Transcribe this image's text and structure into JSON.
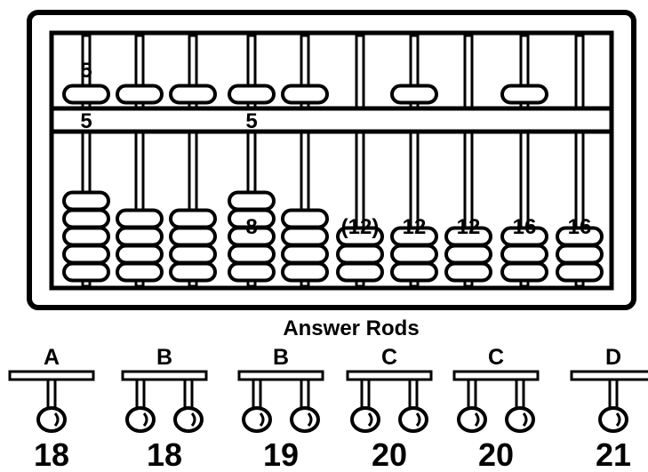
{
  "abacus": {
    "columns": [
      {
        "upper_label": "5",
        "beam_label": "5",
        "lower_label": "",
        "upper_bead": true,
        "lower_beads": 5
      },
      {
        "upper_label": "",
        "beam_label": "",
        "lower_label": "",
        "upper_bead": true,
        "lower_beads": 4
      },
      {
        "upper_label": "",
        "beam_label": "",
        "lower_label": "",
        "upper_bead": true,
        "lower_beads": 4
      },
      {
        "upper_label": "",
        "beam_label": "5",
        "lower_label": "8",
        "upper_bead": true,
        "lower_beads": 5
      },
      {
        "upper_label": "",
        "beam_label": "",
        "lower_label": "",
        "upper_bead": true,
        "lower_beads": 4
      },
      {
        "upper_label": "",
        "beam_label": "",
        "lower_label": "(12)",
        "upper_bead": false,
        "lower_beads": 3
      },
      {
        "upper_label": "",
        "beam_label": "",
        "lower_label": "12",
        "upper_bead": true,
        "lower_beads": 3
      },
      {
        "upper_label": "",
        "beam_label": "",
        "lower_label": "12",
        "upper_bead": false,
        "lower_beads": 3
      },
      {
        "upper_label": "",
        "beam_label": "",
        "lower_label": "16",
        "upper_bead": true,
        "lower_beads": 3
      },
      {
        "upper_label": "",
        "beam_label": "",
        "lower_label": "16",
        "upper_bead": false,
        "lower_beads": 3
      }
    ]
  },
  "answer_section": {
    "title": "Answer Rods",
    "rods": [
      {
        "letter": "A",
        "beads": 1,
        "number": "18"
      },
      {
        "letter": "B",
        "beads": 2,
        "number": "18"
      },
      {
        "letter": "B",
        "beads": 2,
        "number": "19"
      },
      {
        "letter": "C",
        "beads": 2,
        "number": "20"
      },
      {
        "letter": "C",
        "beads": 2,
        "number": "20"
      },
      {
        "letter": "D",
        "beads": 1,
        "number": "21"
      }
    ]
  }
}
